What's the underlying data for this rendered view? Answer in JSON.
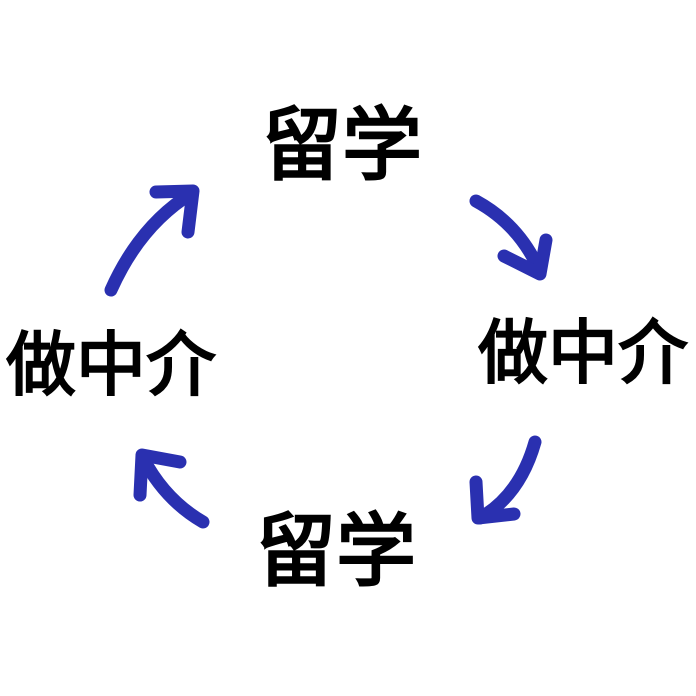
{
  "nodes": {
    "top": "留学",
    "right": "做中介",
    "bottom": "留学",
    "left": "做中介"
  },
  "colors": {
    "arrow": "#2a30b0",
    "text": "#000000"
  }
}
